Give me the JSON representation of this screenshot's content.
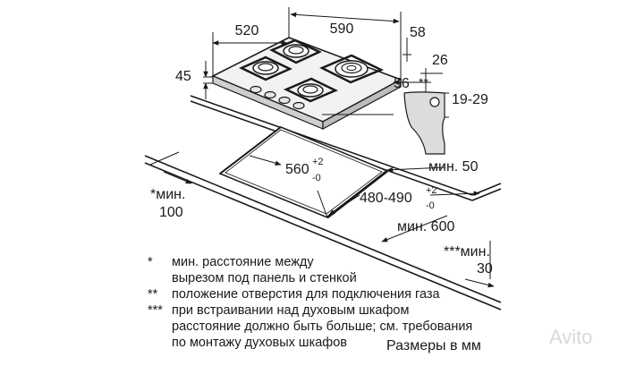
{
  "diagram": {
    "dims": {
      "d520": "520",
      "d590": "590",
      "d58": "58",
      "d45": "45",
      "d26": "26",
      "d56": "56",
      "d1929": "19-29",
      "starstar": "**",
      "d560": "560",
      "d560_tol_plus": "+2",
      "d560_tol_minus": "-0",
      "min50": "мин. 50",
      "min100_star": "*мин.",
      "min100_val": "100",
      "d480": "480-490",
      "d480_tol_plus": "+2",
      "d480_tol_minus": "-0",
      "min600": "мин. 600",
      "min30_star": "***мин.",
      "min30_val": "30"
    },
    "legend": [
      {
        "mark": "*",
        "lines": [
          "мин. расстояние между",
          "вырезом под панель и стенкой"
        ]
      },
      {
        "mark": "**",
        "lines": [
          "положение отверстия для подключения газа"
        ]
      },
      {
        "mark": "***",
        "lines": [
          "при встраивании над духовым шкафом",
          "расстояние должно быть больше; см. требования",
          "по монтажу духовых шкафов"
        ]
      }
    ],
    "units": "Размеры в мм",
    "watermark": "Avito"
  }
}
